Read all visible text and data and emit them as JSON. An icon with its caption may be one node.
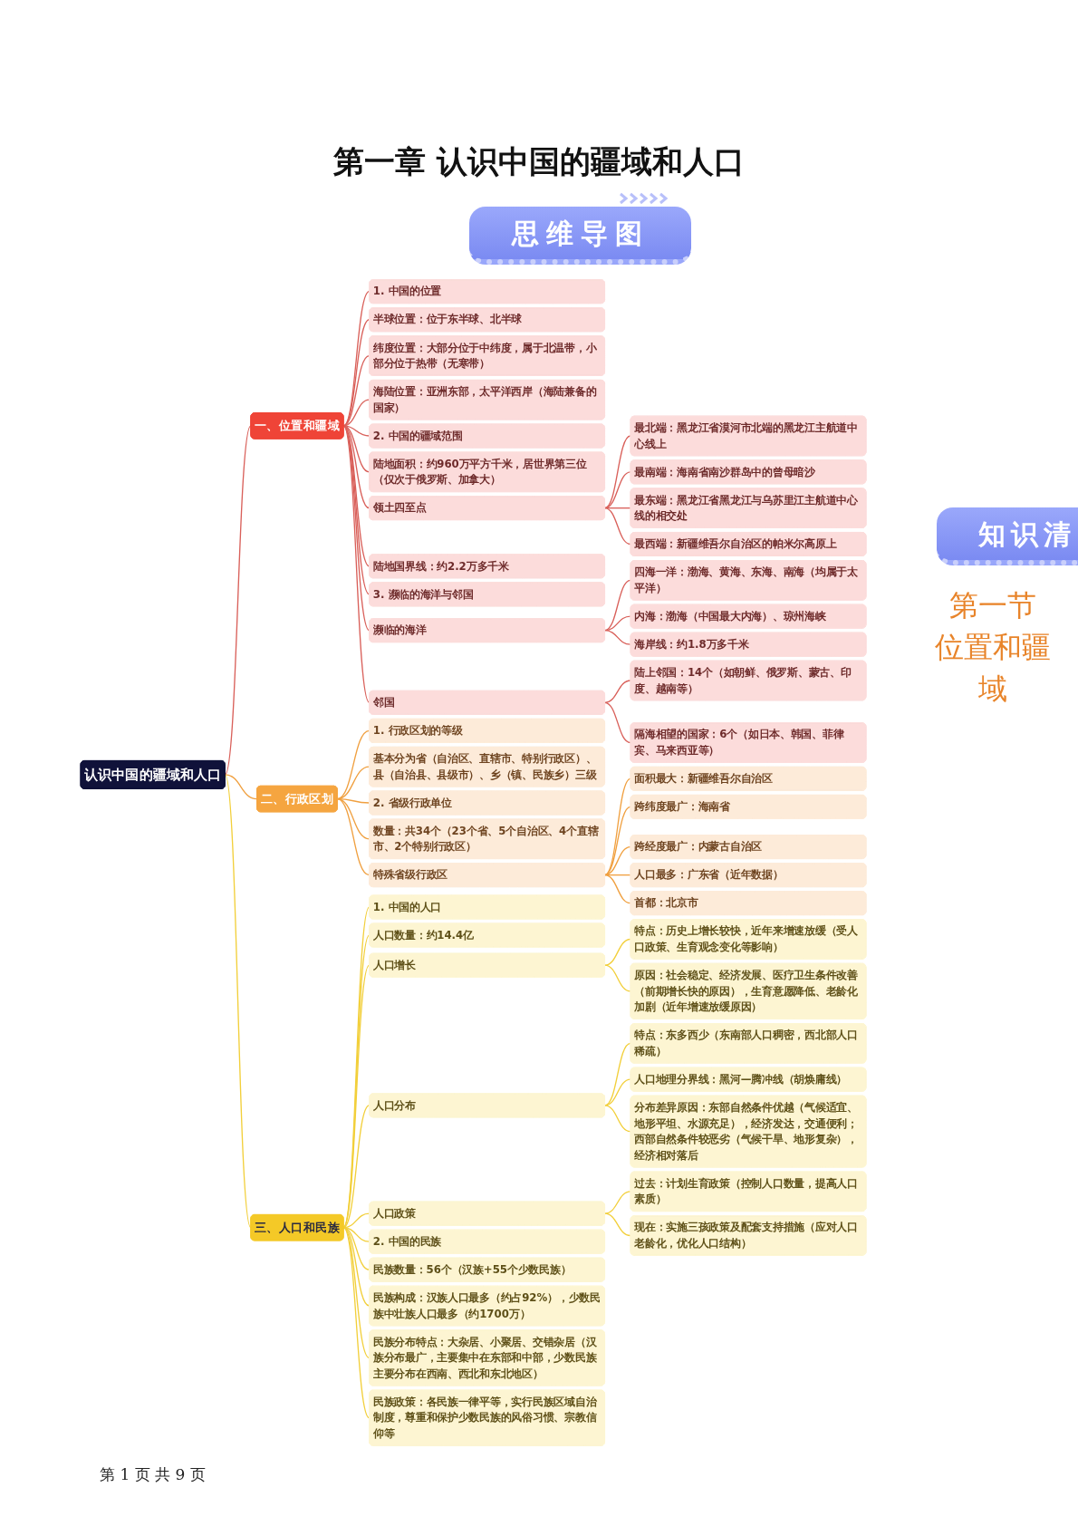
{
  "diagram": {
    "title": "第一章 认识中国的疆域和人口",
    "nodes": [
      {
        "text": [
          "认识中国的疆域和人口"
        ]
      },
      {
        "text": [
          "一、位置和疆域"
        ]
      },
      {
        "text": [
          "1. 中国的位置"
        ]
      },
      {
        "text": [
          "半球位置：位于东半球、北半球"
        ]
      },
      {
        "text": [
          "纬度位置：大部分位于中纬度，属于北温带，小部分位于热带（无寒带）"
        ]
      },
      {
        "text": [
          "海陆位置：亚洲东部，太平洋西岸（海陆兼备的国家）"
        ]
      },
      {
        "text": [
          "2. 中国的疆域范围"
        ]
      },
      {
        "text": [
          "陆地面积：约960万平方千米，居世界第三位（仅次于俄罗斯、加拿大）"
        ]
      },
      {
        "text": [
          "领土四至点"
        ]
      },
      {
        "text": [
          "最北端：黑龙江省漠河市北端的黑龙江主航道中心线上"
        ]
      },
      {
        "text": [
          "最南端：海南省南沙群岛中的曾母暗沙"
        ]
      },
      {
        "text": [
          "最东端：黑龙江省黑龙江与乌苏里江主航道中心线的相交处"
        ]
      },
      {
        "text": [
          "最西端：新疆维吾尔自治区的帕米尔高原上"
        ]
      },
      {
        "text": [
          "陆地国界线：约2.2万多千米"
        ]
      },
      {
        "text": [
          "3. 濒临的海洋与邻国"
        ]
      },
      {
        "text": [
          "濒临的海洋"
        ]
      },
      {
        "text": [
          "四海一洋：渤海、黄海、东海、南海（均属于太平洋）"
        ]
      },
      {
        "text": [
          "内海：渤海（中国最大内海）、琼州海峡"
        ]
      },
      {
        "text": [
          "海岸线：约1.8万多千米"
        ]
      },
      {
        "text": [
          "邻国"
        ]
      },
      {
        "text": [
          "陆上邻国：14个（如朝鲜、俄罗斯、蒙古、印度、越南等）"
        ]
      },
      {
        "text": [
          "隔海相望的国家：6个（如日本、韩国、菲律宾、马来西亚等）"
        ]
      },
      {
        "text": [
          "二、行政区划"
        ]
      },
      {
        "text": [
          "1. 行政区划的等级"
        ]
      },
      {
        "text": [
          "基本分为省（自治区、直辖市、特别行政区）、县（自治县、县级市）、乡（镇、民族乡）三级"
        ]
      },
      {
        "text": [
          "2. 省级行政单位"
        ]
      },
      {
        "text": [
          "数量：共34个（23个省、5个自治区、4个直辖市、2个特别行政区）"
        ]
      },
      {
        "text": [
          "特殊省级行政区"
        ]
      },
      {
        "text": [
          "面积最大：新疆维吾尔自治区"
        ]
      },
      {
        "text": [
          "跨纬度最广：海南省"
        ]
      },
      {
        "text": [
          "跨经度最广：内蒙古自治区"
        ]
      },
      {
        "text": [
          "人口最多：广东省（近年数据）"
        ]
      },
      {
        "text": [
          "首都：北京市"
        ]
      },
      {
        "text": [
          "三、人口和民族"
        ]
      },
      {
        "text": [
          "1. 中国的人口"
        ]
      },
      {
        "text": [
          "人口数量：约14.4亿"
        ]
      },
      {
        "text": [
          "人口增长"
        ]
      },
      {
        "text": [
          "特点：历史上增长较快，近年来增速放缓（受人口政策、生育观念变化等影响）"
        ]
      },
      {
        "text": [
          "原因：社会稳定、经济发展、医疗卫生条件改善（前期增长快的原因），生育意愿降低、老龄化加剧（近年增速放缓原因）"
        ]
      },
      {
        "text": [
          "人口分布"
        ]
      },
      {
        "text": [
          "特点：东多西少（东南部人口稠密，西北部人口稀疏）"
        ]
      },
      {
        "text": [
          "人口地理分界线：黑河—腾冲线（胡焕庸线）"
        ]
      },
      {
        "text": [
          "分布差异原因：东部自然条件优越（气候适宜、地形平坦、水源充足），经济发达，交通便利；西部自然条件较恶劣（气候干旱、地形复杂），经济相对落后"
        ]
      },
      {
        "text": [
          "人口政策"
        ]
      },
      {
        "text": [
          "过去：计划生育政策（控制人口数量，提高人口素质）"
        ]
      },
      {
        "text": [
          "现在：实施三孩政策及配套支持措施（应对人口老龄化，优化人口结构）"
        ]
      },
      {
        "text": [
          "2. 中国的民族"
        ]
      },
      {
        "text": [
          "民族数量：56个（汉族+55个少数民族）"
        ]
      },
      {
        "text": [
          "民族构成：汉族人口最多（约占92%），少数民族中壮族人口最多（约1700万）"
        ]
      },
      {
        "text": [
          "民族分布特点：大杂居、小聚居、交错杂居（汉族分布最广，主要集中在东部和中部，少数民族主要分布在西南、西北和东北地区）"
        ]
      },
      {
        "text": [
          "民族政策：各民族一律平等，实行民族区域自治制度，尊重和保护少数民族的风俗习惯、宗教信仰等"
        ]
      }
    ],
    "edges": [
      {
        "from": 0,
        "to": 1,
        "arrow": "none"
      },
      {
        "from": 1,
        "to": 2,
        "arrow": "none"
      },
      {
        "from": 1,
        "to": 3,
        "arrow": "none"
      },
      {
        "from": 1,
        "to": 4,
        "arrow": "none"
      },
      {
        "from": 1,
        "to": 5,
        "arrow": "none"
      },
      {
        "from": 1,
        "to": 6,
        "arrow": "none"
      },
      {
        "from": 1,
        "to": 7,
        "arrow": "none"
      },
      {
        "from": 1,
        "to": 8,
        "arrow": "none"
      },
      {
        "from": 8,
        "to": 9,
        "arrow": "none"
      },
      {
        "from": 8,
        "to": 10,
        "arrow": "none"
      },
      {
        "from": 8,
        "to": 11,
        "arrow": "none"
      },
      {
        "from": 8,
        "to": 12,
        "arrow": "none"
      },
      {
        "from": 1,
        "to": 13,
        "arrow": "none"
      },
      {
        "from": 1,
        "to": 14,
        "arrow": "none"
      },
      {
        "from": 1,
        "to": 15,
        "arrow": "none"
      },
      {
        "from": 15,
        "to": 16,
        "arrow": "none"
      },
      {
        "from": 15,
        "to": 17,
        "arrow": "none"
      },
      {
        "from": 15,
        "to": 18,
        "arrow": "none"
      },
      {
        "from": 1,
        "to": 19,
        "arrow": "none"
      },
      {
        "from": 19,
        "to": 20,
        "arrow": "none"
      },
      {
        "from": 19,
        "to": 21,
        "arrow": "none"
      },
      {
        "from": 0,
        "to": 22,
        "arrow": "none",
        "color": "#f0a040"
      },
      {
        "from": 22,
        "to": 23,
        "arrow": "none",
        "color": "#f0a040"
      },
      {
        "from": 22,
        "to": 24,
        "arrow": "none",
        "color": "#f0a040"
      },
      {
        "from": 22,
        "to": 25,
        "arrow": "none",
        "color": "#f0a040"
      },
      {
        "from": 22,
        "to": 26,
        "arrow": "none",
        "color": "#f0a040"
      },
      {
        "from": 22,
        "to": 27,
        "arrow": "none",
        "color": "#f0a040"
      },
      {
        "from": 27,
        "to": 28,
        "arrow": "none",
        "color": "#f0a040"
      },
      {
        "from": 27,
        "to": 29,
        "arrow": "none",
        "color": "#f0a040"
      },
      {
        "from": 27,
        "to": 30,
        "arrow": "none",
        "color": "#f0a040"
      },
      {
        "from": 27,
        "to": 31,
        "arrow": "none",
        "color": "#f0a040"
      },
      {
        "from": 27,
        "to": 32,
        "arrow": "none",
        "color": "#f0a040"
      },
      {
        "from": 0,
        "to": 33,
        "arrow": "none",
        "color": "#f2cf3a"
      },
      {
        "from": 33,
        "to": 34,
        "arrow": "none",
        "color": "#f2cf3a"
      },
      {
        "from": 33,
        "to": 35,
        "arrow": "none",
        "color": "#f2cf3a"
      },
      {
        "from": 33,
        "to": 36,
        "arrow": "none",
        "color": "#f2cf3a"
      },
      {
        "from": 36,
        "to": 37,
        "arrow": "none",
        "color": "#f2cf3a"
      },
      {
        "from": 36,
        "to": 38,
        "arrow": "none",
        "color": "#f2cf3a"
      },
      {
        "from": 33,
        "to": 39,
        "arrow": "none",
        "color": "#f2cf3a"
      },
      {
        "from": 39,
        "to": 40,
        "arrow": "none",
        "color": "#f2cf3a"
      },
      {
        "from": 39,
        "to": 41,
        "arrow": "none",
        "color": "#f2cf3a"
      },
      {
        "from": 39,
        "to": 42,
        "arrow": "none",
        "color": "#f2cf3a"
      },
      {
        "from": 33,
        "to": 43,
        "arrow": "none",
        "color": "#f2cf3a"
      },
      {
        "from": 43,
        "to": 44,
        "arrow": "none",
        "color": "#f2cf3a"
      },
      {
        "from": 43,
        "to": 45,
        "arrow": "none",
        "color": "#f2cf3a"
      },
      {
        "from": 33,
        "to": 46,
        "arrow": "none",
        "color": "#f2cf3a"
      },
      {
        "from": 33,
        "to": 47,
        "arrow": "none",
        "color": "#f2cf3a"
      },
      {
        "from": 33,
        "to": 48,
        "arrow": "none",
        "color": "#f2cf3a"
      },
      {
        "from": 33,
        "to": 49,
        "arrow": "none",
        "color": "#f2cf3a"
      },
      {
        "from": 33,
        "to": 50,
        "arrow": "none",
        "color": "#f2cf3a"
      }
    ],
    "labels": [
      "思维导图",
      "知识清",
      "第一节",
      "位置和疆域",
      "第 1 页 共 9 页"
    ]
  }
}
